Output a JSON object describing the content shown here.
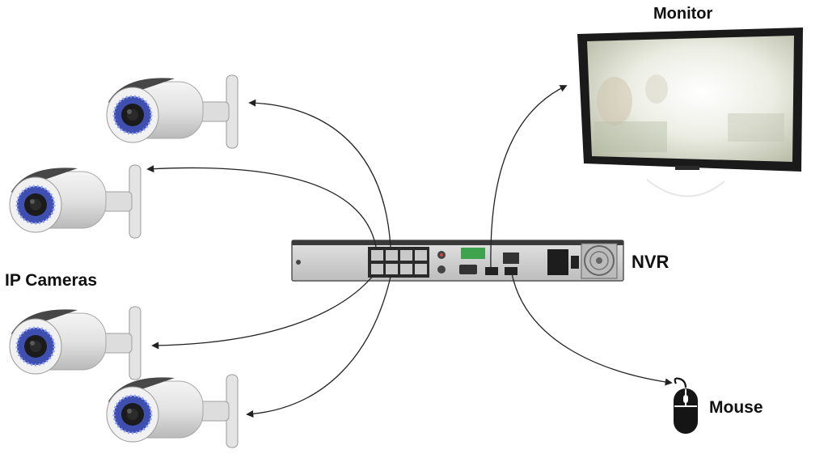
{
  "labels": {
    "monitor": "Monitor",
    "nvr": "NVR",
    "ip_cameras": "IP Cameras",
    "mouse": "Mouse"
  },
  "icons": {
    "camera": "bullet-camera-icon",
    "monitor": "monitor-icon",
    "nvr": "nvr-recorder-icon",
    "mouse": "mouse-icon"
  },
  "colors": {
    "camera_body": "#e6e6e6",
    "camera_ir_leds": "#3f4fb0",
    "nvr_body": "#d4d4d4",
    "monitor_bezel": "#1a1a1a",
    "mouse": "#151515",
    "connector_lines": "#222222"
  }
}
